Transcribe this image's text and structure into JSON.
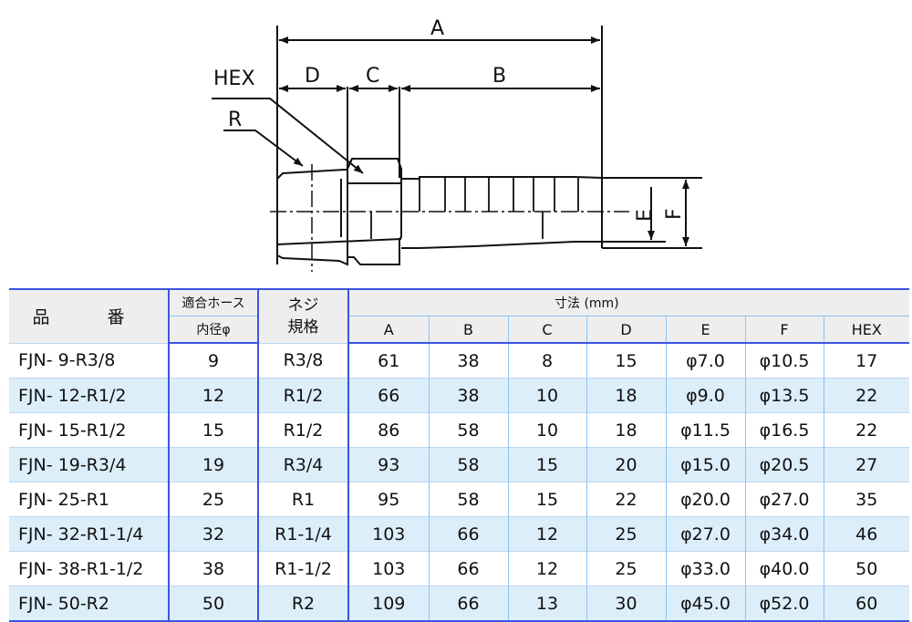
{
  "drawing": {
    "labels": {
      "A": "A",
      "B": "B",
      "C": "C",
      "D": "D",
      "E": "E",
      "F": "F",
      "HEX": "HEX",
      "R": "R"
    }
  },
  "table": {
    "header": {
      "part_no": "品　番",
      "hose_top": "適合ホース",
      "hose_bottom": "内径φ",
      "thread_top": "ネジ",
      "thread_bottom": "規格",
      "dims": "寸法 (mm)",
      "dim_cols": [
        "A",
        "B",
        "C",
        "D",
        "E",
        "F",
        "HEX"
      ]
    },
    "rows": [
      {
        "part": "FJN- 9-R3/8",
        "hose": "9",
        "thread": "R3/8",
        "A": "61",
        "B": "38",
        "C": "8",
        "D": "15",
        "E": "φ7.0",
        "F": "φ10.5",
        "HEX": "17"
      },
      {
        "part": "FJN- 12-R1/2",
        "hose": "12",
        "thread": "R1/2",
        "A": "66",
        "B": "38",
        "C": "10",
        "D": "18",
        "E": "φ9.0",
        "F": "φ13.5",
        "HEX": "22"
      },
      {
        "part": "FJN- 15-R1/2",
        "hose": "15",
        "thread": "R1/2",
        "A": "86",
        "B": "58",
        "C": "10",
        "D": "18",
        "E": "φ11.5",
        "F": "φ16.5",
        "HEX": "22"
      },
      {
        "part": "FJN- 19-R3/4",
        "hose": "19",
        "thread": "R3/4",
        "A": "93",
        "B": "58",
        "C": "15",
        "D": "20",
        "E": "φ15.0",
        "F": "φ20.5",
        "HEX": "27"
      },
      {
        "part": "FJN- 25-R1",
        "hose": "25",
        "thread": "R1",
        "A": "95",
        "B": "58",
        "C": "15",
        "D": "22",
        "E": "φ20.0",
        "F": "φ27.0",
        "HEX": "35"
      },
      {
        "part": "FJN- 32-R1-1/4",
        "hose": "32",
        "thread": "R1-1/4",
        "A": "103",
        "B": "66",
        "C": "12",
        "D": "25",
        "E": "φ27.0",
        "F": "φ34.0",
        "HEX": "46"
      },
      {
        "part": "FJN- 38-R1-1/2",
        "hose": "38",
        "thread": "R1-1/2",
        "A": "103",
        "B": "66",
        "C": "12",
        "D": "25",
        "E": "φ33.0",
        "F": "φ40.0",
        "HEX": "50"
      },
      {
        "part": "FJN- 50-R2",
        "hose": "50",
        "thread": "R2",
        "A": "109",
        "B": "66",
        "C": "13",
        "D": "30",
        "E": "φ45.0",
        "F": "φ52.0",
        "HEX": "60"
      }
    ]
  }
}
